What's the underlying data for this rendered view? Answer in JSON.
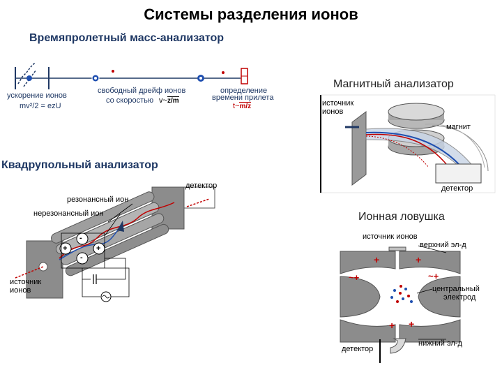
{
  "title": "Системы разделения ионов",
  "tof": {
    "heading": "Времяпролетный масс-анализатор",
    "accel_label": "ускорение ионов",
    "accel_formula": "mv²/2 = ezU",
    "drift_label_1": "свободный дрейф ионов",
    "drift_label_2": "со скоростью",
    "drift_formula_v": "v~",
    "drift_formula_root": "z/m",
    "time_label_1": "определение",
    "time_label_2": "времени прилета",
    "time_formula_t": "t~",
    "time_formula_root": "m/z"
  },
  "magnetic": {
    "heading": "Магнитный анализатор",
    "source_label_1": "источник",
    "source_label_2": "ионов",
    "magnet_label": "магнит",
    "detector_label": "детектор"
  },
  "quad": {
    "heading": "Квадрупольный анализатор",
    "detector_label": "детектор",
    "resonant_label": "резонансный ион",
    "nonresonant_label": "нерезонансный ион",
    "source_label_1": "источник",
    "source_label_2": "ионов",
    "plus": "+",
    "minus": "-"
  },
  "trap": {
    "heading": "Ионная ловушка",
    "source_label": "источник ионов",
    "upper_label": "верхний эл-д",
    "central_label_1": "центральный",
    "central_label_2": "электрод",
    "lower_label": "нижний эл-д",
    "detector_label": "детектор",
    "plus": "+",
    "tilde_plus": "~+"
  },
  "colors": {
    "heading_blue": "#1f3864",
    "ion_red": "#c00000",
    "ion_blue": "#1f4fb0",
    "electrode_gray": "#8c8c8c"
  }
}
